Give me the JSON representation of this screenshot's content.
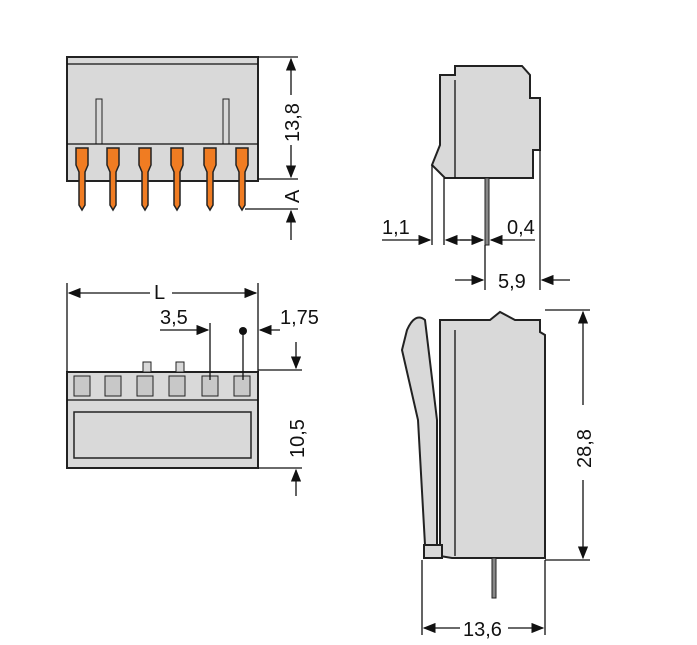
{
  "dimensions": {
    "front_height": "13,8",
    "pin_length": "A",
    "side_offset": "1,1",
    "pin_thickness": "0,4",
    "side_pin_pos": "5,9",
    "length": "L",
    "pitch": "3,5",
    "edge_offset": "1,75",
    "top_height": "10,5",
    "total_height": "28,8",
    "depth": "13,6"
  },
  "colors": {
    "housing": "#d9d9d9",
    "pin": "#f07c22"
  }
}
